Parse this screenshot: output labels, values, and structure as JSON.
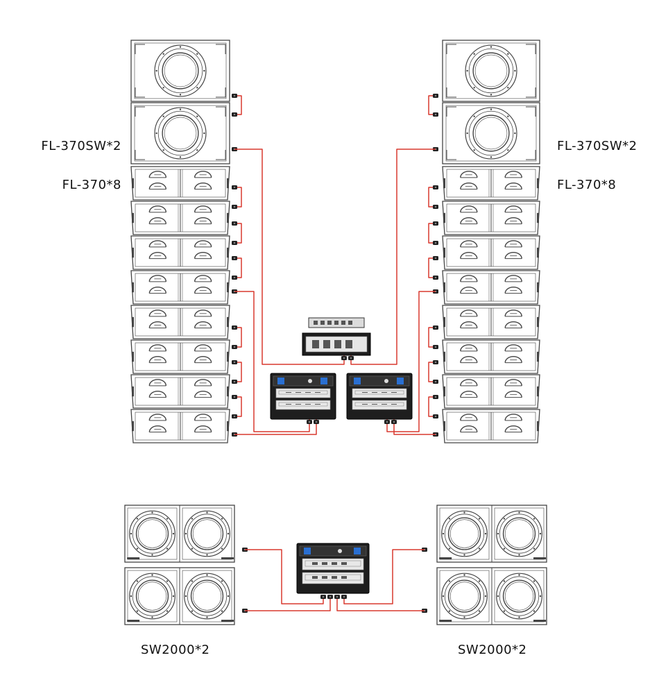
{
  "labels": {
    "left_sub": "FL-370SW*2",
    "left_array": "FL-370*8",
    "right_sub": "FL-370SW*2",
    "right_array": "FL-370*8",
    "bottom_left": "SW2000*2",
    "bottom_right": "SW2000*2"
  },
  "colors": {
    "outline": "#444444",
    "cable": "#d9382f",
    "rack": "#1e1e1e",
    "accent_blue": "#2a6fd1"
  }
}
